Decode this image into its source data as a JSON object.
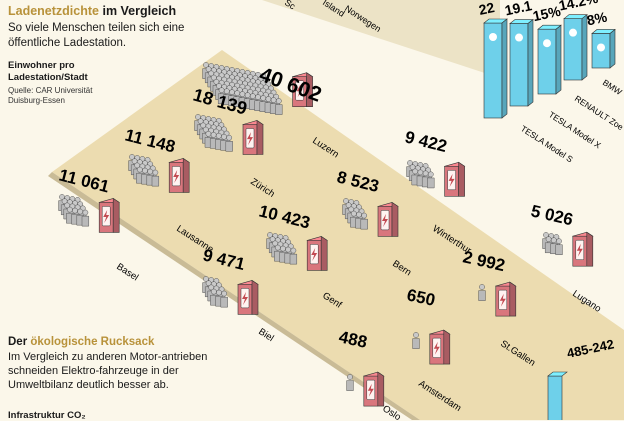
{
  "header": {
    "title_accent": "Ladenetzdichte",
    "title_rest": " im Vergleich",
    "subtitle": "So viele Menschen teilen sich eine öffentliche Ladestation.",
    "unit_label": "Einwohner pro Ladestation/Stadt",
    "source": "Quelle: CAR Universität Duisburg-Essen"
  },
  "eco": {
    "title_prefix": "Der ",
    "title_accent": "ökologische Rucksack",
    "text": "Im Vergleich zu anderen Motor-antrieben schneiden Elektro-fahrzeuge in der Umweltbilanz deutlich besser ab.",
    "cut_text": "Infrastruktur CO₂"
  },
  "colors": {
    "accent": "#b8923a",
    "platform": "#ecdcb0",
    "station": "#d9767d",
    "person": "#c9c9c9",
    "cyan_bar": "#6ed0ea"
  },
  "top_strip_labels": [
    "Sc",
    "Island",
    "Norwegen"
  ],
  "chart_data": [
    {
      "type": "bar",
      "title": "Ladenetzdichte im Vergleich",
      "ylabel": "Einwohner pro Ladestation/Stadt",
      "categories": [
        "Luzern",
        "Zürich",
        "Lausanne",
        "Basel",
        "Winterthur",
        "Bern",
        "Genf",
        "Biel",
        "Lugano",
        "St.Gallen",
        "Amsterdam",
        "Oslo"
      ],
      "values": [
        40602,
        18139,
        11148,
        11061,
        9422,
        8523,
        10423,
        9471,
        5026,
        2992,
        650,
        488
      ],
      "value_labels": [
        "40 602",
        "18 139",
        "11 148",
        "11 061",
        "9 422",
        "8 523",
        "10 423",
        "9 471",
        "5 026",
        "2 992",
        "650",
        "488"
      ]
    },
    {
      "type": "bar",
      "categories": [
        "TESLA Model S",
        "TESLA Model X",
        "RENAULT Zoe",
        "BMW"
      ],
      "values": [
        22,
        19.1,
        15,
        14.2,
        8
      ],
      "value_labels": [
        "22",
        "19.1",
        "15%",
        "14.2%",
        "8%"
      ]
    },
    {
      "type": "bar",
      "value_labels": [
        "485-242"
      ]
    }
  ]
}
